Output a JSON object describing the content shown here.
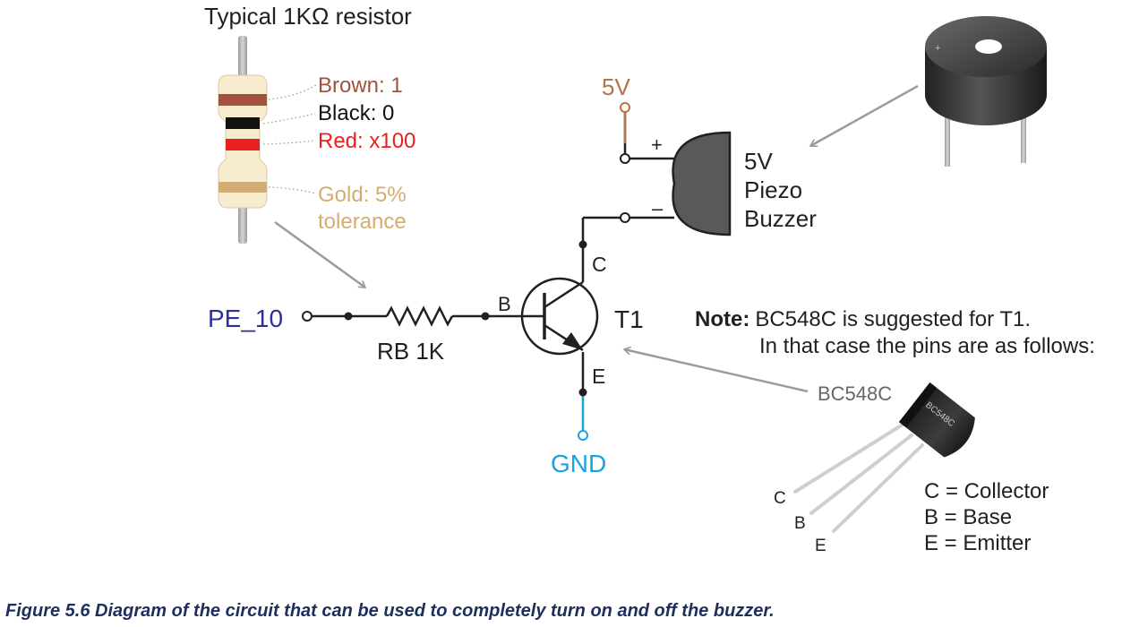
{
  "resistor_title": "Typical 1KΩ  resistor",
  "bands": [
    {
      "label": "Brown: 1",
      "color": "#a0523c"
    },
    {
      "label": "Black: 0",
      "color": "#111111"
    },
    {
      "label": "Red: x100",
      "color": "#e8211f"
    },
    {
      "label": "Gold: 5%",
      "label2": "tolerance",
      "color": "#d3ad72"
    }
  ],
  "colors": {
    "wire": "#231f20",
    "supply": "#b5744a",
    "ground": "#1aa3dc",
    "input_label": "#2e3192",
    "arrow": "#9b9b9b",
    "buzzer_fill": "#58595b",
    "resistor_body": "#f8eccf"
  },
  "circuit": {
    "input_label": "PE_10",
    "rb_label": "RB 1K",
    "base_pin": "B",
    "collector_pin": "C",
    "emitter_pin": "E",
    "transistor_label": "T1",
    "supply_label": "5V",
    "ground_label": "GND",
    "plus_sign": "+",
    "minus_sign": "–"
  },
  "buzzer": {
    "line1": "5V",
    "line2": "Piezo",
    "line3": "Buzzer"
  },
  "note": {
    "bold": "Note:",
    "text1": "BC548C is suggested for T1.",
    "text2": "In that case the pins are as follows:"
  },
  "bc548": {
    "arrow_label": "BC548C",
    "body_text": "BC548C",
    "pins": [
      "C",
      "B",
      "E"
    ],
    "legend": [
      "C = Collector",
      "B = Base",
      "E = Emitter"
    ]
  },
  "caption": "Figure 5.6 Diagram of the circuit that can be used to completely turn on and off the buzzer."
}
